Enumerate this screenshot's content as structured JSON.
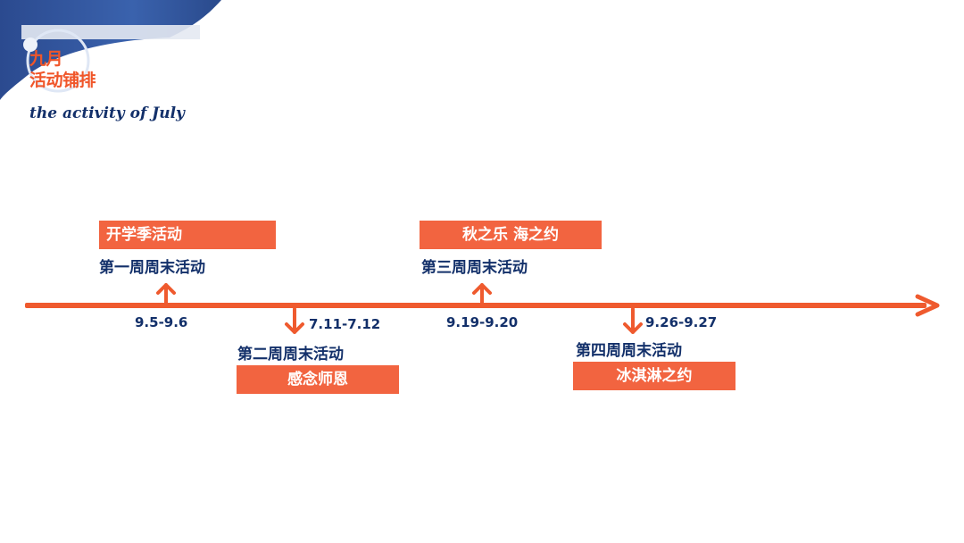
{
  "header": {
    "title_line1": "九月",
    "title_line2": "活动铺排",
    "subtitle": "the activity of July"
  },
  "colors": {
    "accent": "#ef5a2e",
    "tag_bg": "#f26440",
    "text_dark": "#13306a",
    "corner_blue": "#2e4f96"
  },
  "timeline": {
    "events": [
      {
        "tag": "开学季活动",
        "week": "第一周周末活动",
        "date": "9.5-9.6",
        "direction": "up"
      },
      {
        "tag": "感念师恩",
        "week": "第二周周末活动",
        "date": "7.11-7.12",
        "direction": "down"
      },
      {
        "tag": "秋之乐 海之约",
        "week": "第三周周末活动",
        "date": "9.19-9.20",
        "direction": "up"
      },
      {
        "tag": "冰淇淋之约",
        "week": "第四周周末活动",
        "date": "9.26-9.27",
        "direction": "down"
      }
    ]
  }
}
